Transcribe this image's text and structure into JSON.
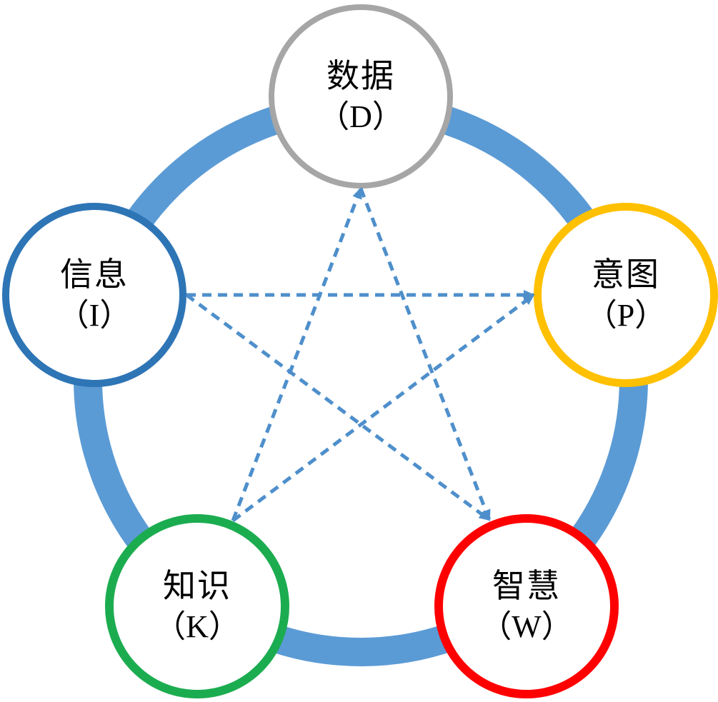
{
  "diagram": {
    "nodes": [
      {
        "name": "data",
        "label": "数据",
        "abbr": "（D）",
        "color": "#A6A6A6"
      },
      {
        "name": "purpose",
        "label": "意图",
        "abbr": "（P）",
        "color": "#FFC000"
      },
      {
        "name": "information",
        "label": "信息",
        "abbr": "（I）",
        "color": "#2E75B6"
      },
      {
        "name": "knowledge",
        "label": "知识",
        "abbr": "（K）",
        "color": "#1CAC50"
      },
      {
        "name": "wisdom",
        "label": "智慧",
        "abbr": "（W）",
        "color": "#FF0000"
      }
    ],
    "connections": [
      {
        "from": "knowledge",
        "to": "data"
      },
      {
        "from": "data",
        "to": "wisdom"
      },
      {
        "from": "information",
        "to": "purpose"
      },
      {
        "from": "information",
        "to": "wisdom"
      },
      {
        "from": "knowledge",
        "to": "purpose"
      }
    ],
    "ring_color": "#5B9BD5",
    "connector_color": "#4E8FCB"
  }
}
